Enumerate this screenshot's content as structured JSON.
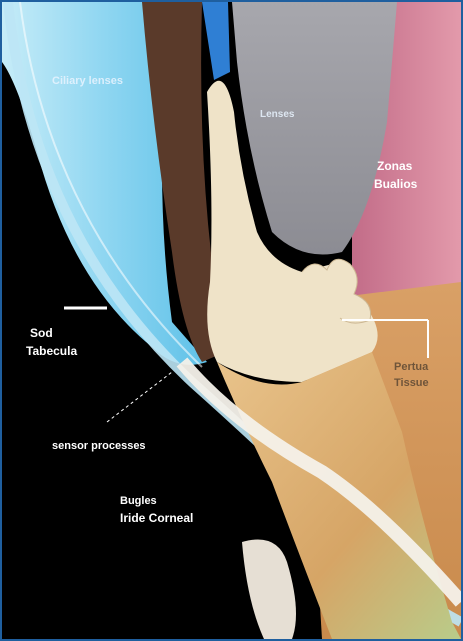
{
  "labels": {
    "top_left": "Ciliary lenses",
    "top_center": "Lenses",
    "right_pink_1": "Zonas",
    "right_pink_2": "Bualios",
    "left_1": "Sod",
    "left_2": "Tabecula",
    "right_orange_1": "Pertua",
    "right_orange_2": "Tissue",
    "bottom_1": "sensor processes",
    "bottom_2": "Bugles",
    "bottom_3": "Iride Corneal"
  },
  "colors": {
    "background": "#000000",
    "frame_border": "#1f5f9f",
    "cornea_blue": "#7fd0ef",
    "iris_brown": "#5a3a2a",
    "lens_gray": "#9c9ca3",
    "pink_region": "#d07a93",
    "orange_region": "#d79a5b",
    "tissue_cream": "#efe3c8",
    "highlight_blue": "#2f7fd4"
  }
}
